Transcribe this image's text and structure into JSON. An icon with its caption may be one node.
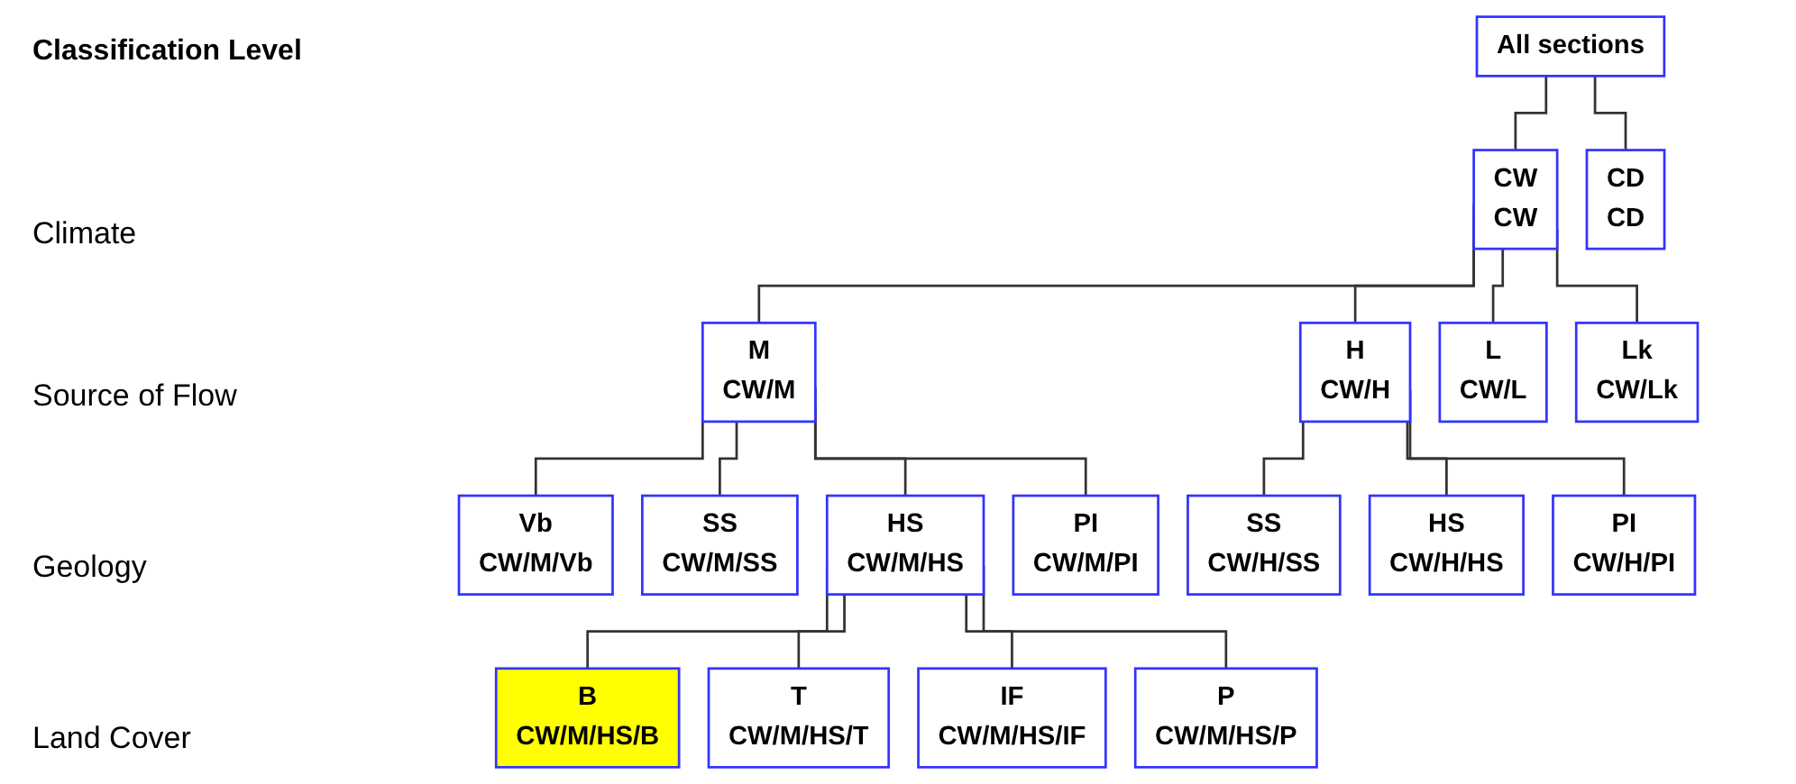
{
  "diagram": {
    "nodes": [
      {
        "text": [
          "All sections"
        ]
      },
      {
        "text": [
          "CW",
          "CW"
        ]
      },
      {
        "text": [
          "CD",
          "CD"
        ]
      },
      {
        "text": [
          "M",
          "CW/M"
        ]
      },
      {
        "text": [
          "H",
          "CW/H"
        ]
      },
      {
        "text": [
          "L",
          "CW/L"
        ]
      },
      {
        "text": [
          "Lk",
          "CW/Lk"
        ]
      },
      {
        "text": [
          "Vb",
          "CW/M/Vb"
        ]
      },
      {
        "text": [
          "SS",
          "CW/M/SS"
        ]
      },
      {
        "text": [
          "HS",
          "CW/M/HS"
        ]
      },
      {
        "text": [
          "PI",
          "CW/M/PI"
        ]
      },
      {
        "text": [
          "SS",
          "CW/H/SS"
        ]
      },
      {
        "text": [
          "HS",
          "CW/H/HS"
        ]
      },
      {
        "text": [
          "PI",
          "CW/H/PI"
        ]
      },
      {
        "text": [
          "B",
          "CW/M/HS/B"
        ]
      },
      {
        "text": [
          "T",
          "CW/M/HS/T"
        ]
      },
      {
        "text": [
          "IF",
          "CW/M/HS/IF"
        ]
      },
      {
        "text": [
          "P",
          "CW/M/HS/P"
        ]
      }
    ],
    "edges": [
      {
        "from": 0,
        "to": 1,
        "arrow": "none"
      },
      {
        "from": 0,
        "to": 2,
        "arrow": "none"
      },
      {
        "from": 1,
        "to": 3,
        "arrow": "none"
      },
      {
        "from": 1,
        "to": 4,
        "arrow": "none"
      },
      {
        "from": 1,
        "to": 5,
        "arrow": "none"
      },
      {
        "from": 1,
        "to": 6,
        "arrow": "none"
      },
      {
        "from": 3,
        "to": 7,
        "arrow": "none"
      },
      {
        "from": 3,
        "to": 8,
        "arrow": "none"
      },
      {
        "from": 3,
        "to": 9,
        "arrow": "none"
      },
      {
        "from": 3,
        "to": 10,
        "arrow": "none"
      },
      {
        "from": 4,
        "to": 11,
        "arrow": "none"
      },
      {
        "from": 4,
        "to": 12,
        "arrow": "none"
      },
      {
        "from": 4,
        "to": 13,
        "arrow": "none"
      },
      {
        "from": 9,
        "to": 14,
        "arrow": "none"
      },
      {
        "from": 9,
        "to": 15,
        "arrow": "none"
      },
      {
        "from": 9,
        "to": 16,
        "arrow": "none"
      },
      {
        "from": 9,
        "to": 17,
        "arrow": "none"
      }
    ],
    "labels": [
      "Classification Level",
      "Climate",
      "Source of Flow",
      "Geology",
      "Land Cover"
    ]
  }
}
